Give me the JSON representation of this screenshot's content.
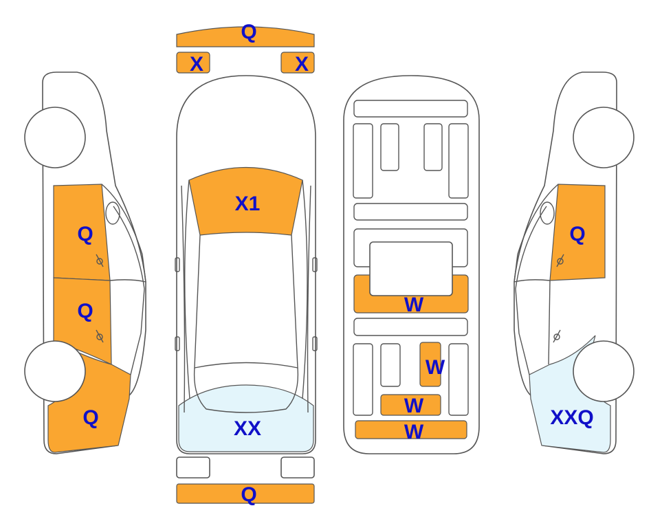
{
  "colors": {
    "damage": "#FAA630",
    "replace": "#E3F5FB",
    "label": "#1010C8",
    "outline": "#555555"
  },
  "labels": {
    "front_bumper_top": "Q",
    "headlight_left": "X",
    "headlight_right": "X",
    "hood": "X1",
    "trunk": "XX",
    "rear_bumper": "Q",
    "left_front_door": "Q",
    "left_rear_door": "Q",
    "left_rear_quarter": "Q",
    "right_front_door": "Q",
    "right_rear_quarter": "XXQ",
    "floor_center": "W",
    "floor_side": "W",
    "floor_rear": "W",
    "floor_back": "W"
  }
}
